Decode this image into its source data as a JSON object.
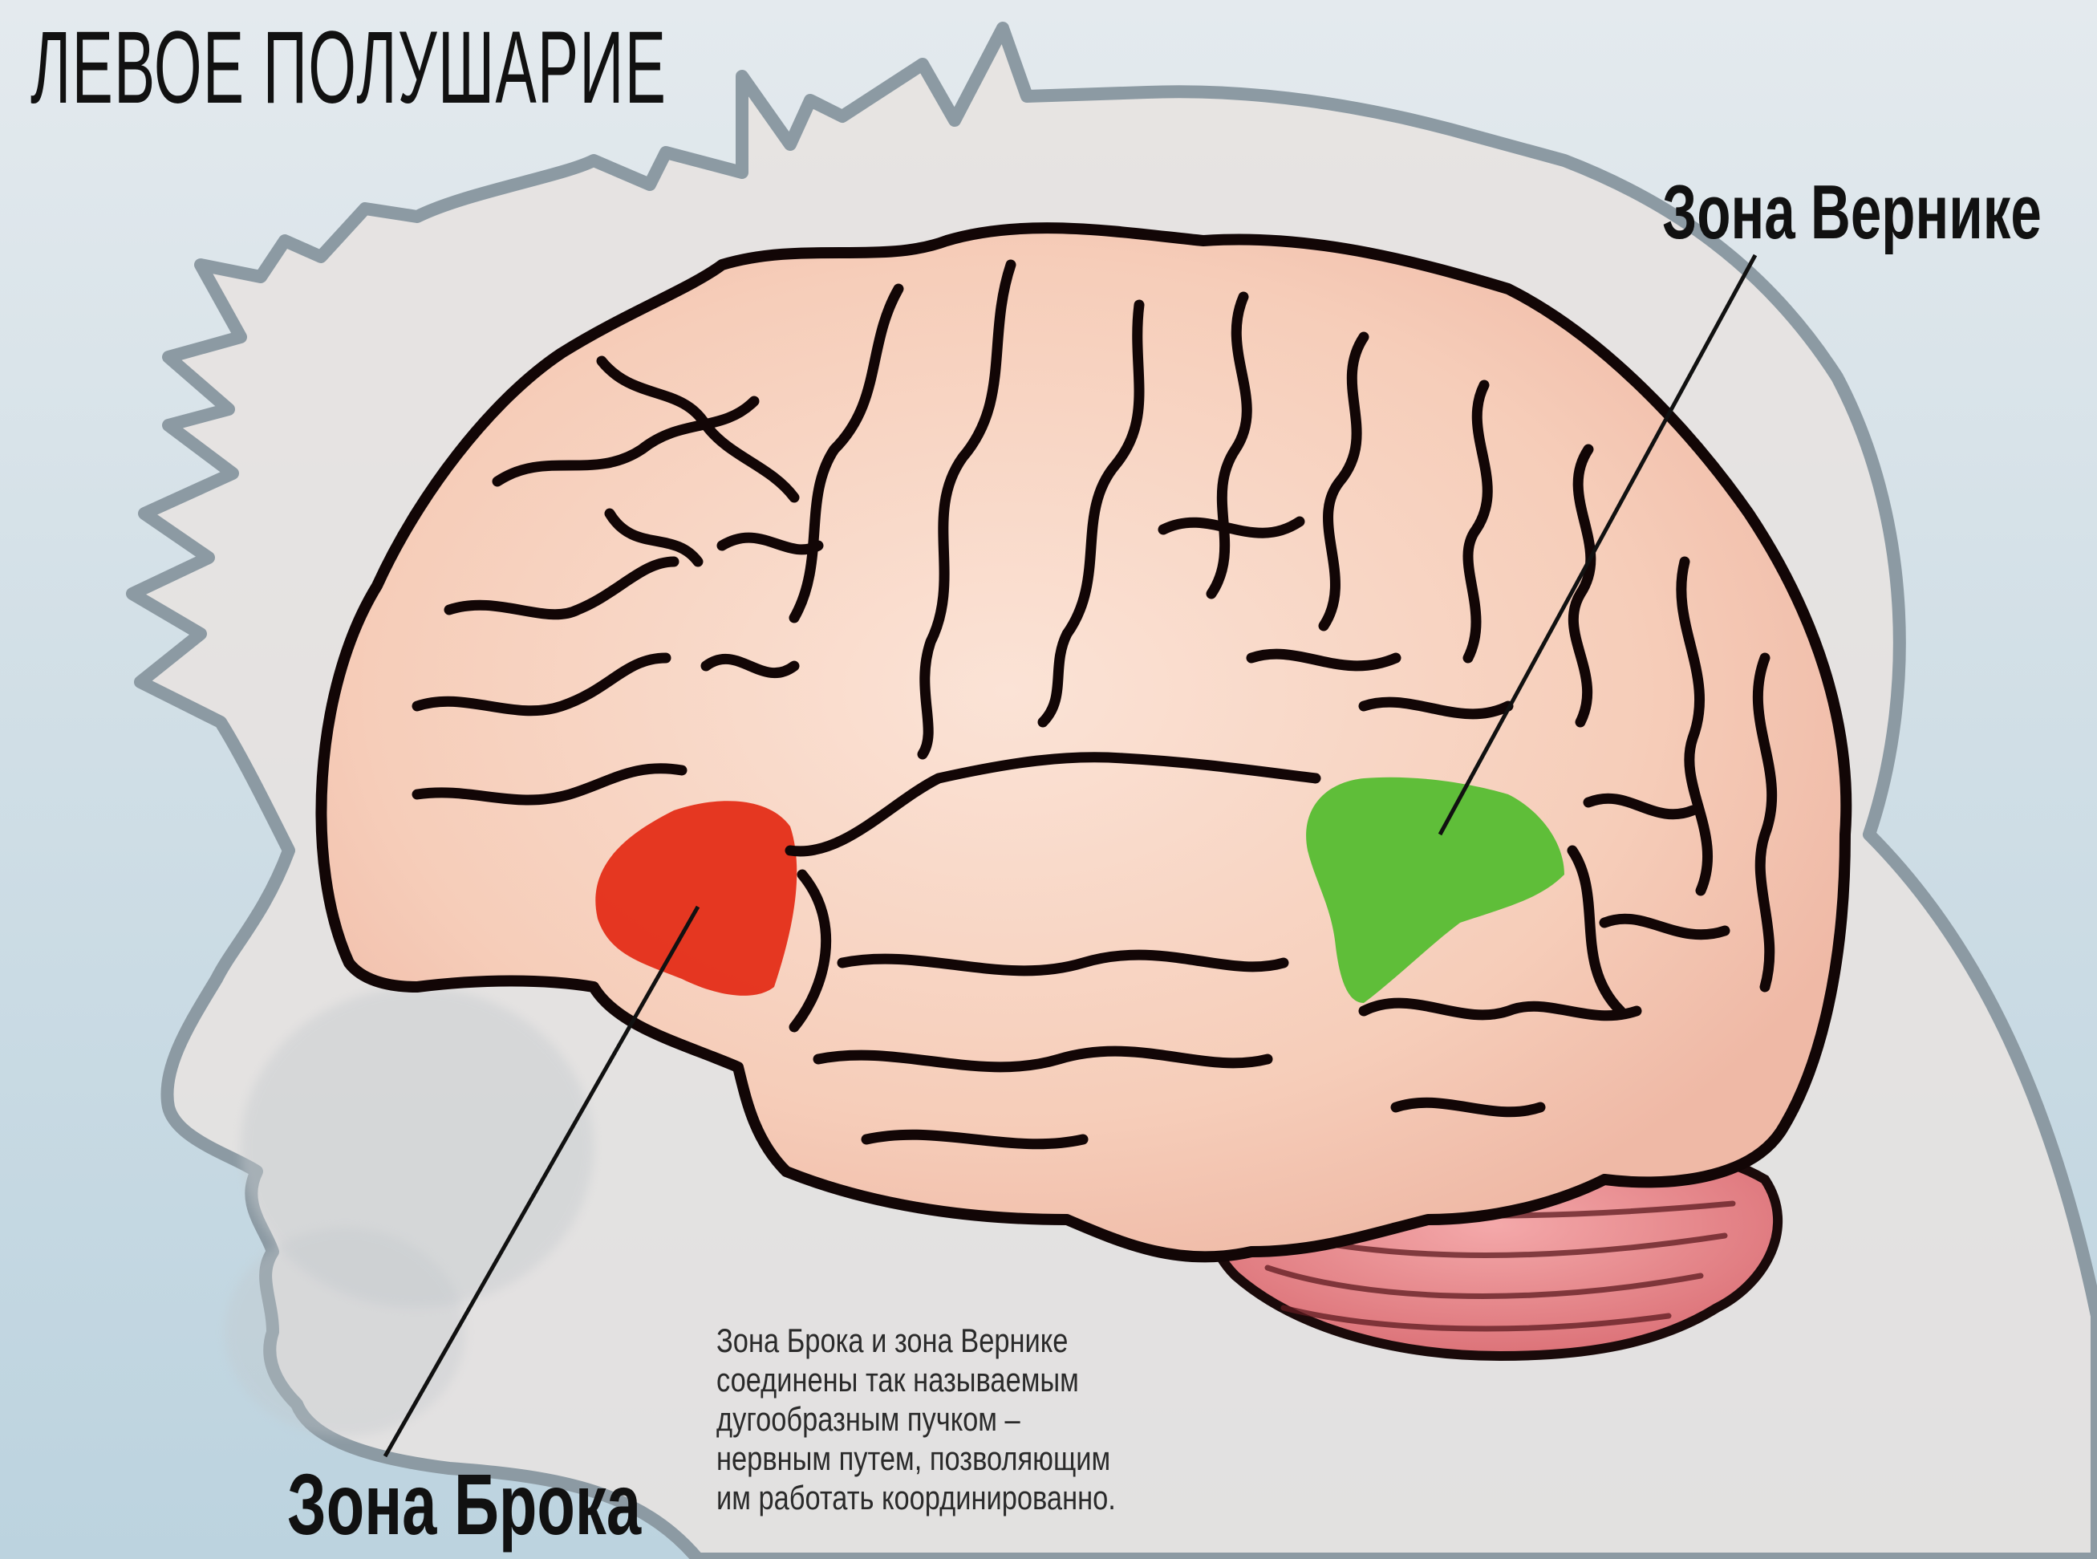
{
  "title": "ЛЕВОЕ ПОЛУШАРИЕ",
  "labels": {
    "wernicke": "Зона Вернике",
    "broca": "Зона Брока"
  },
  "caption": [
    "Зона Брока и зона Вернике",
    "соединены так называемым",
    "дугообразным пучком –",
    "нервным путем, позволяющим",
    "им работать координированно."
  ],
  "colors": {
    "brain": "#f6cdb9",
    "cerebellum": "#e88a8e",
    "broca": "#e4301a",
    "wernicke": "#56bd32",
    "head": "#e7e2e0"
  }
}
